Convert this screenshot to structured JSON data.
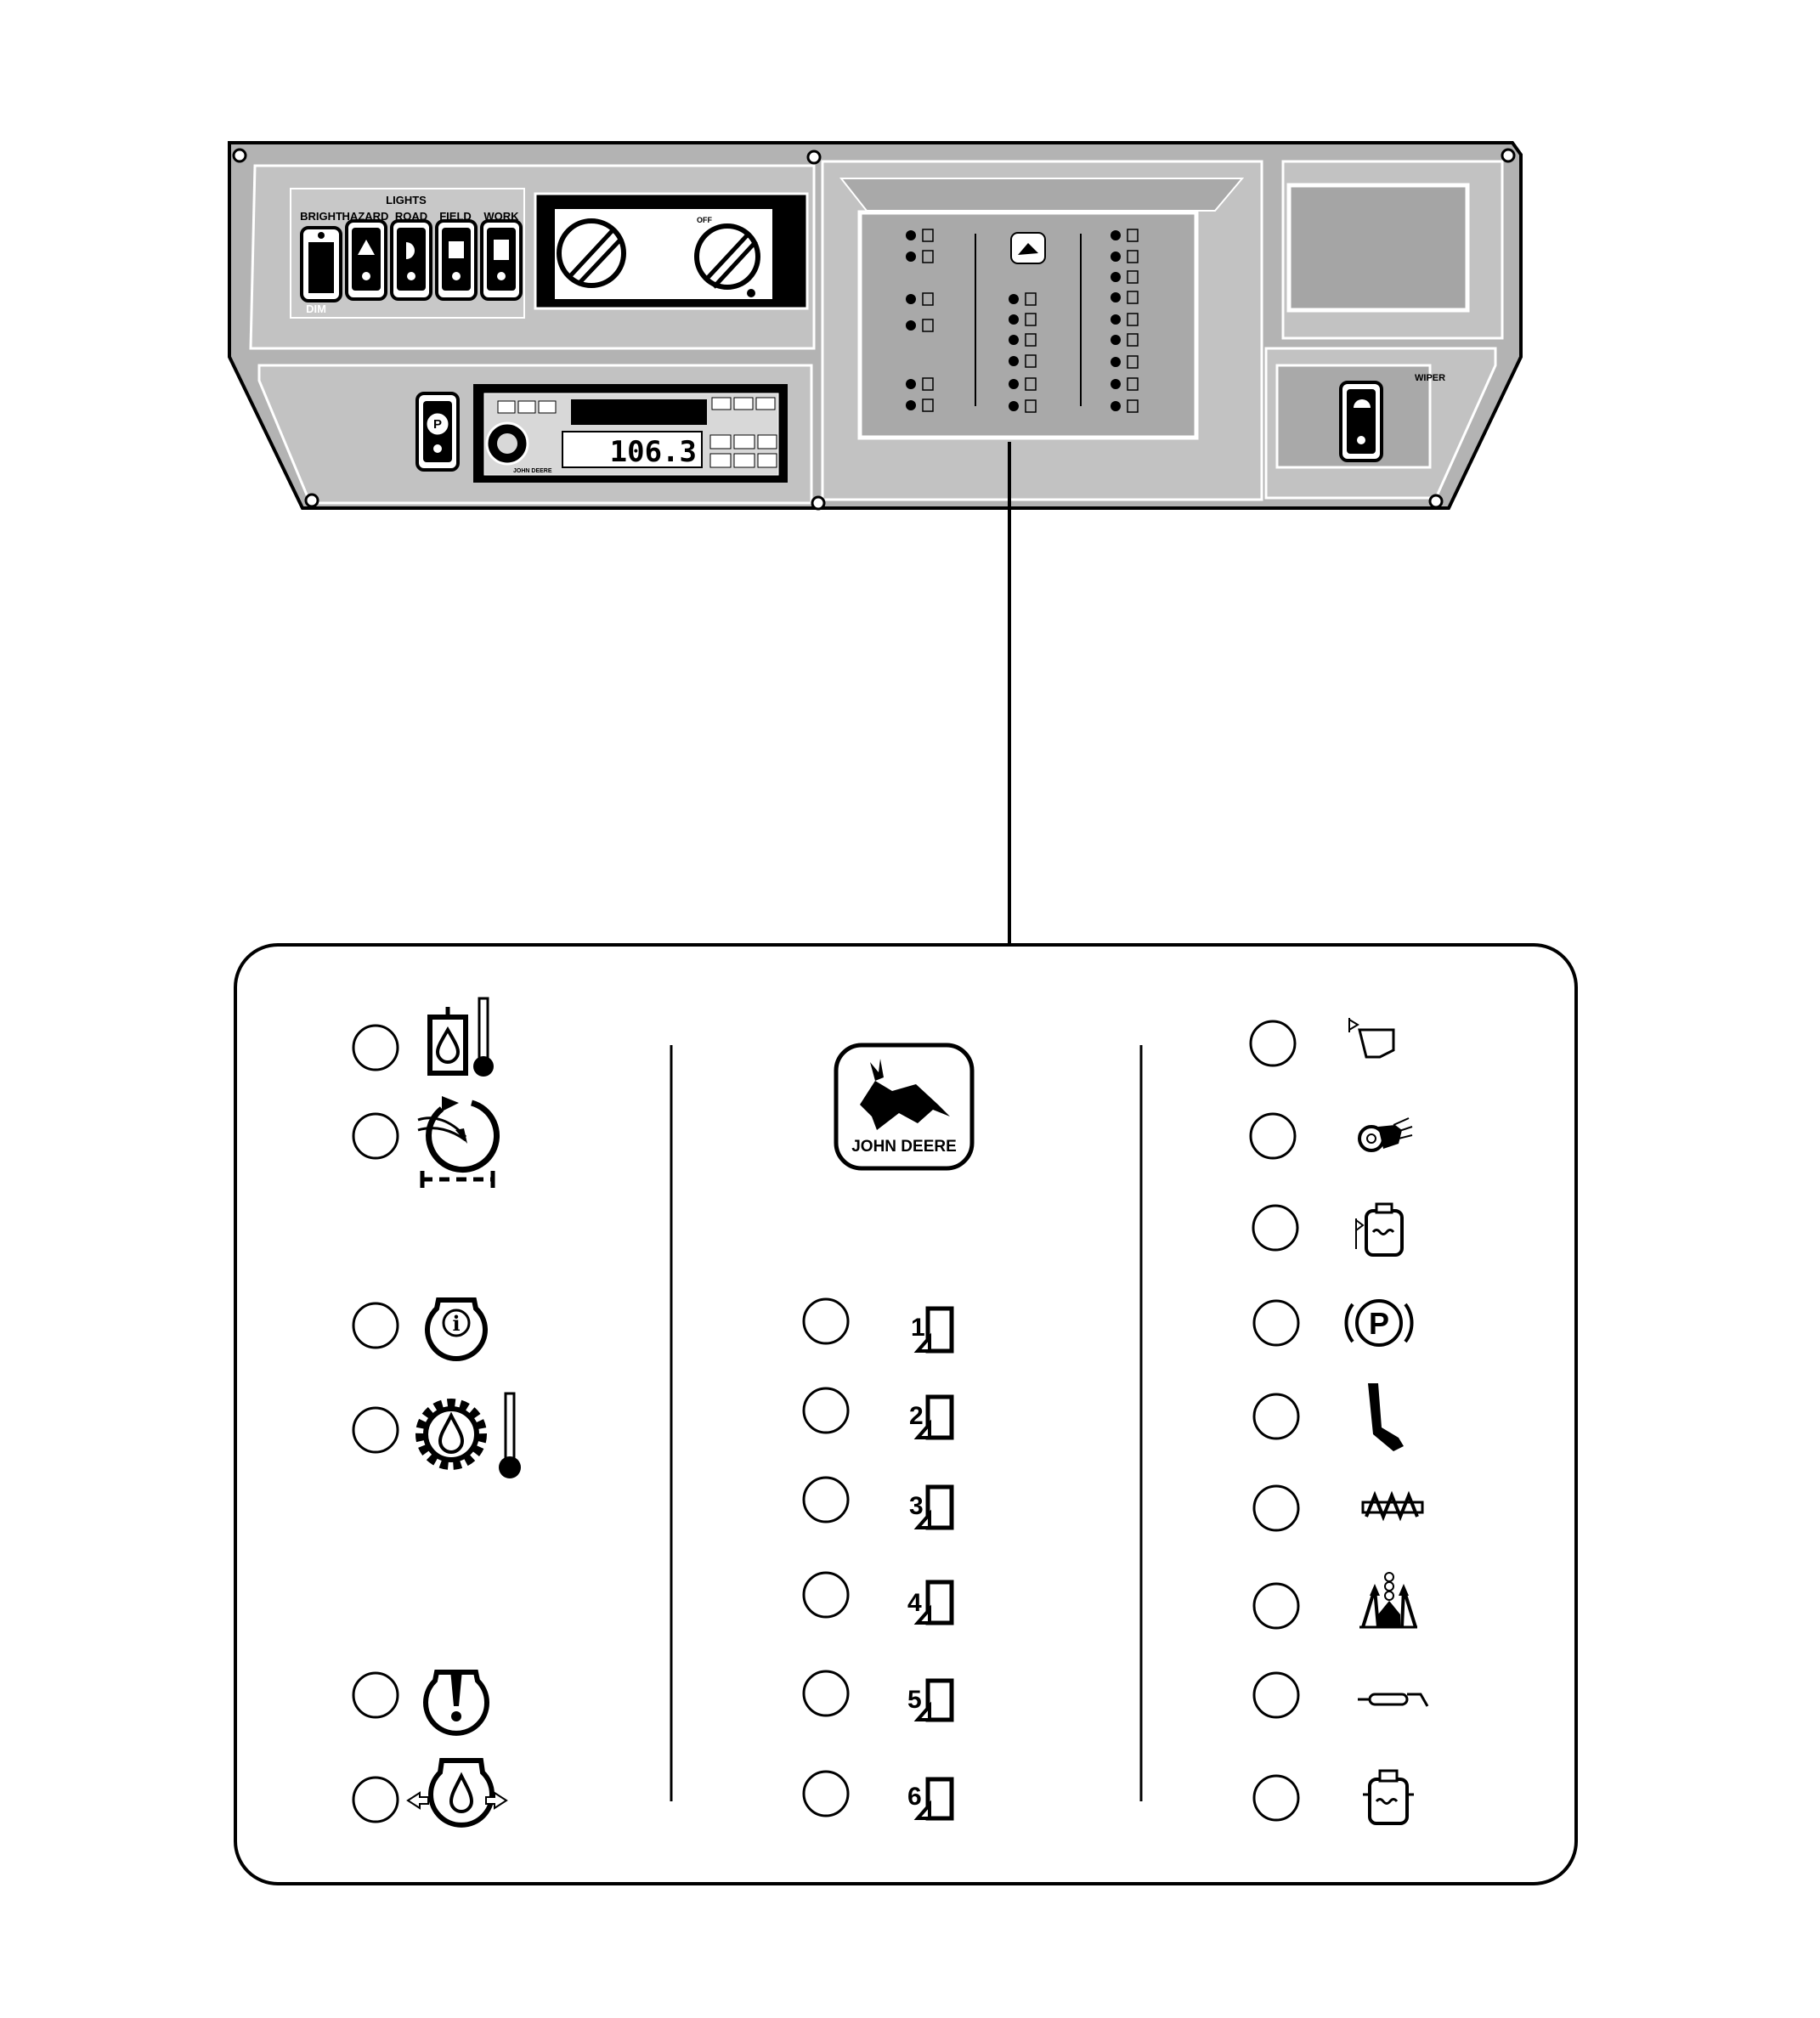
{
  "panel": {
    "lights_title": "LIGHTS",
    "switches": [
      {
        "label": "BRIGHT",
        "icon": "light-bulb-icon"
      },
      {
        "label": "HAZARD",
        "icon": "hazard-triangle-icon"
      },
      {
        "label": "ROAD",
        "icon": "headlight-icon"
      },
      {
        "label": "FIELD",
        "icon": "field-light-icon"
      },
      {
        "label": "WORK",
        "icon": "work-light-icon"
      }
    ],
    "dim_label": "DIM",
    "knob_off_label": "OFF",
    "wiper_label": "WIPER",
    "radio": {
      "frequency": "106.3",
      "brand": "JOHN DEERE"
    }
  },
  "detail": {
    "logo_text": "JOHN DEERE",
    "left_column": [
      {
        "icon": "hydraulic-oil-temperature-icon"
      },
      {
        "icon": "engine-air-filter-restriction-icon"
      },
      {
        "icon": "engine-information-icon"
      },
      {
        "icon": "transmission-oil-temperature-icon"
      },
      {
        "icon": "engine-stop-warning-icon"
      },
      {
        "icon": "engine-oil-pressure-icon"
      }
    ],
    "middle_column": [
      {
        "number": "1",
        "icon": "row-unit-1-icon"
      },
      {
        "number": "2",
        "icon": "row-unit-2-icon"
      },
      {
        "number": "3",
        "icon": "row-unit-3-icon"
      },
      {
        "number": "4",
        "icon": "row-unit-4-icon"
      },
      {
        "number": "5",
        "icon": "row-unit-5-icon"
      },
      {
        "number": "6",
        "icon": "row-unit-6-icon"
      }
    ],
    "right_column": [
      {
        "icon": "fuel-level-icon"
      },
      {
        "icon": "alternator-icon"
      },
      {
        "icon": "coolant-level-icon"
      },
      {
        "icon": "parking-brake-icon"
      },
      {
        "icon": "seat-switch-icon"
      },
      {
        "icon": "auger-icon"
      },
      {
        "icon": "cotton-basket-icon"
      },
      {
        "icon": "unloading-tube-icon"
      },
      {
        "icon": "coolant-temperature-icon"
      }
    ]
  }
}
